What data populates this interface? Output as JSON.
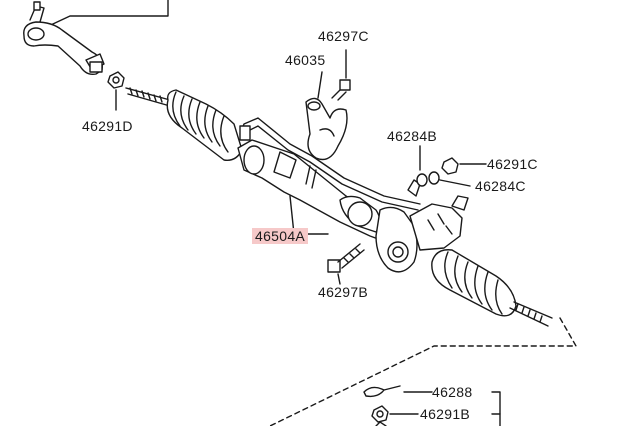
{
  "parts": {
    "p46297C": "46297C",
    "p46035": "46035",
    "p46291D": "46291D",
    "p46284B": "46284B",
    "p46291C": "46291C",
    "p46284C": "46284C",
    "p46504A": "46504A",
    "p46297B": "46297B",
    "p46288": "46288",
    "p46291B": "46291B"
  },
  "colors": {
    "line": "#1a1a1a",
    "highlight": "#f6c9c9"
  }
}
